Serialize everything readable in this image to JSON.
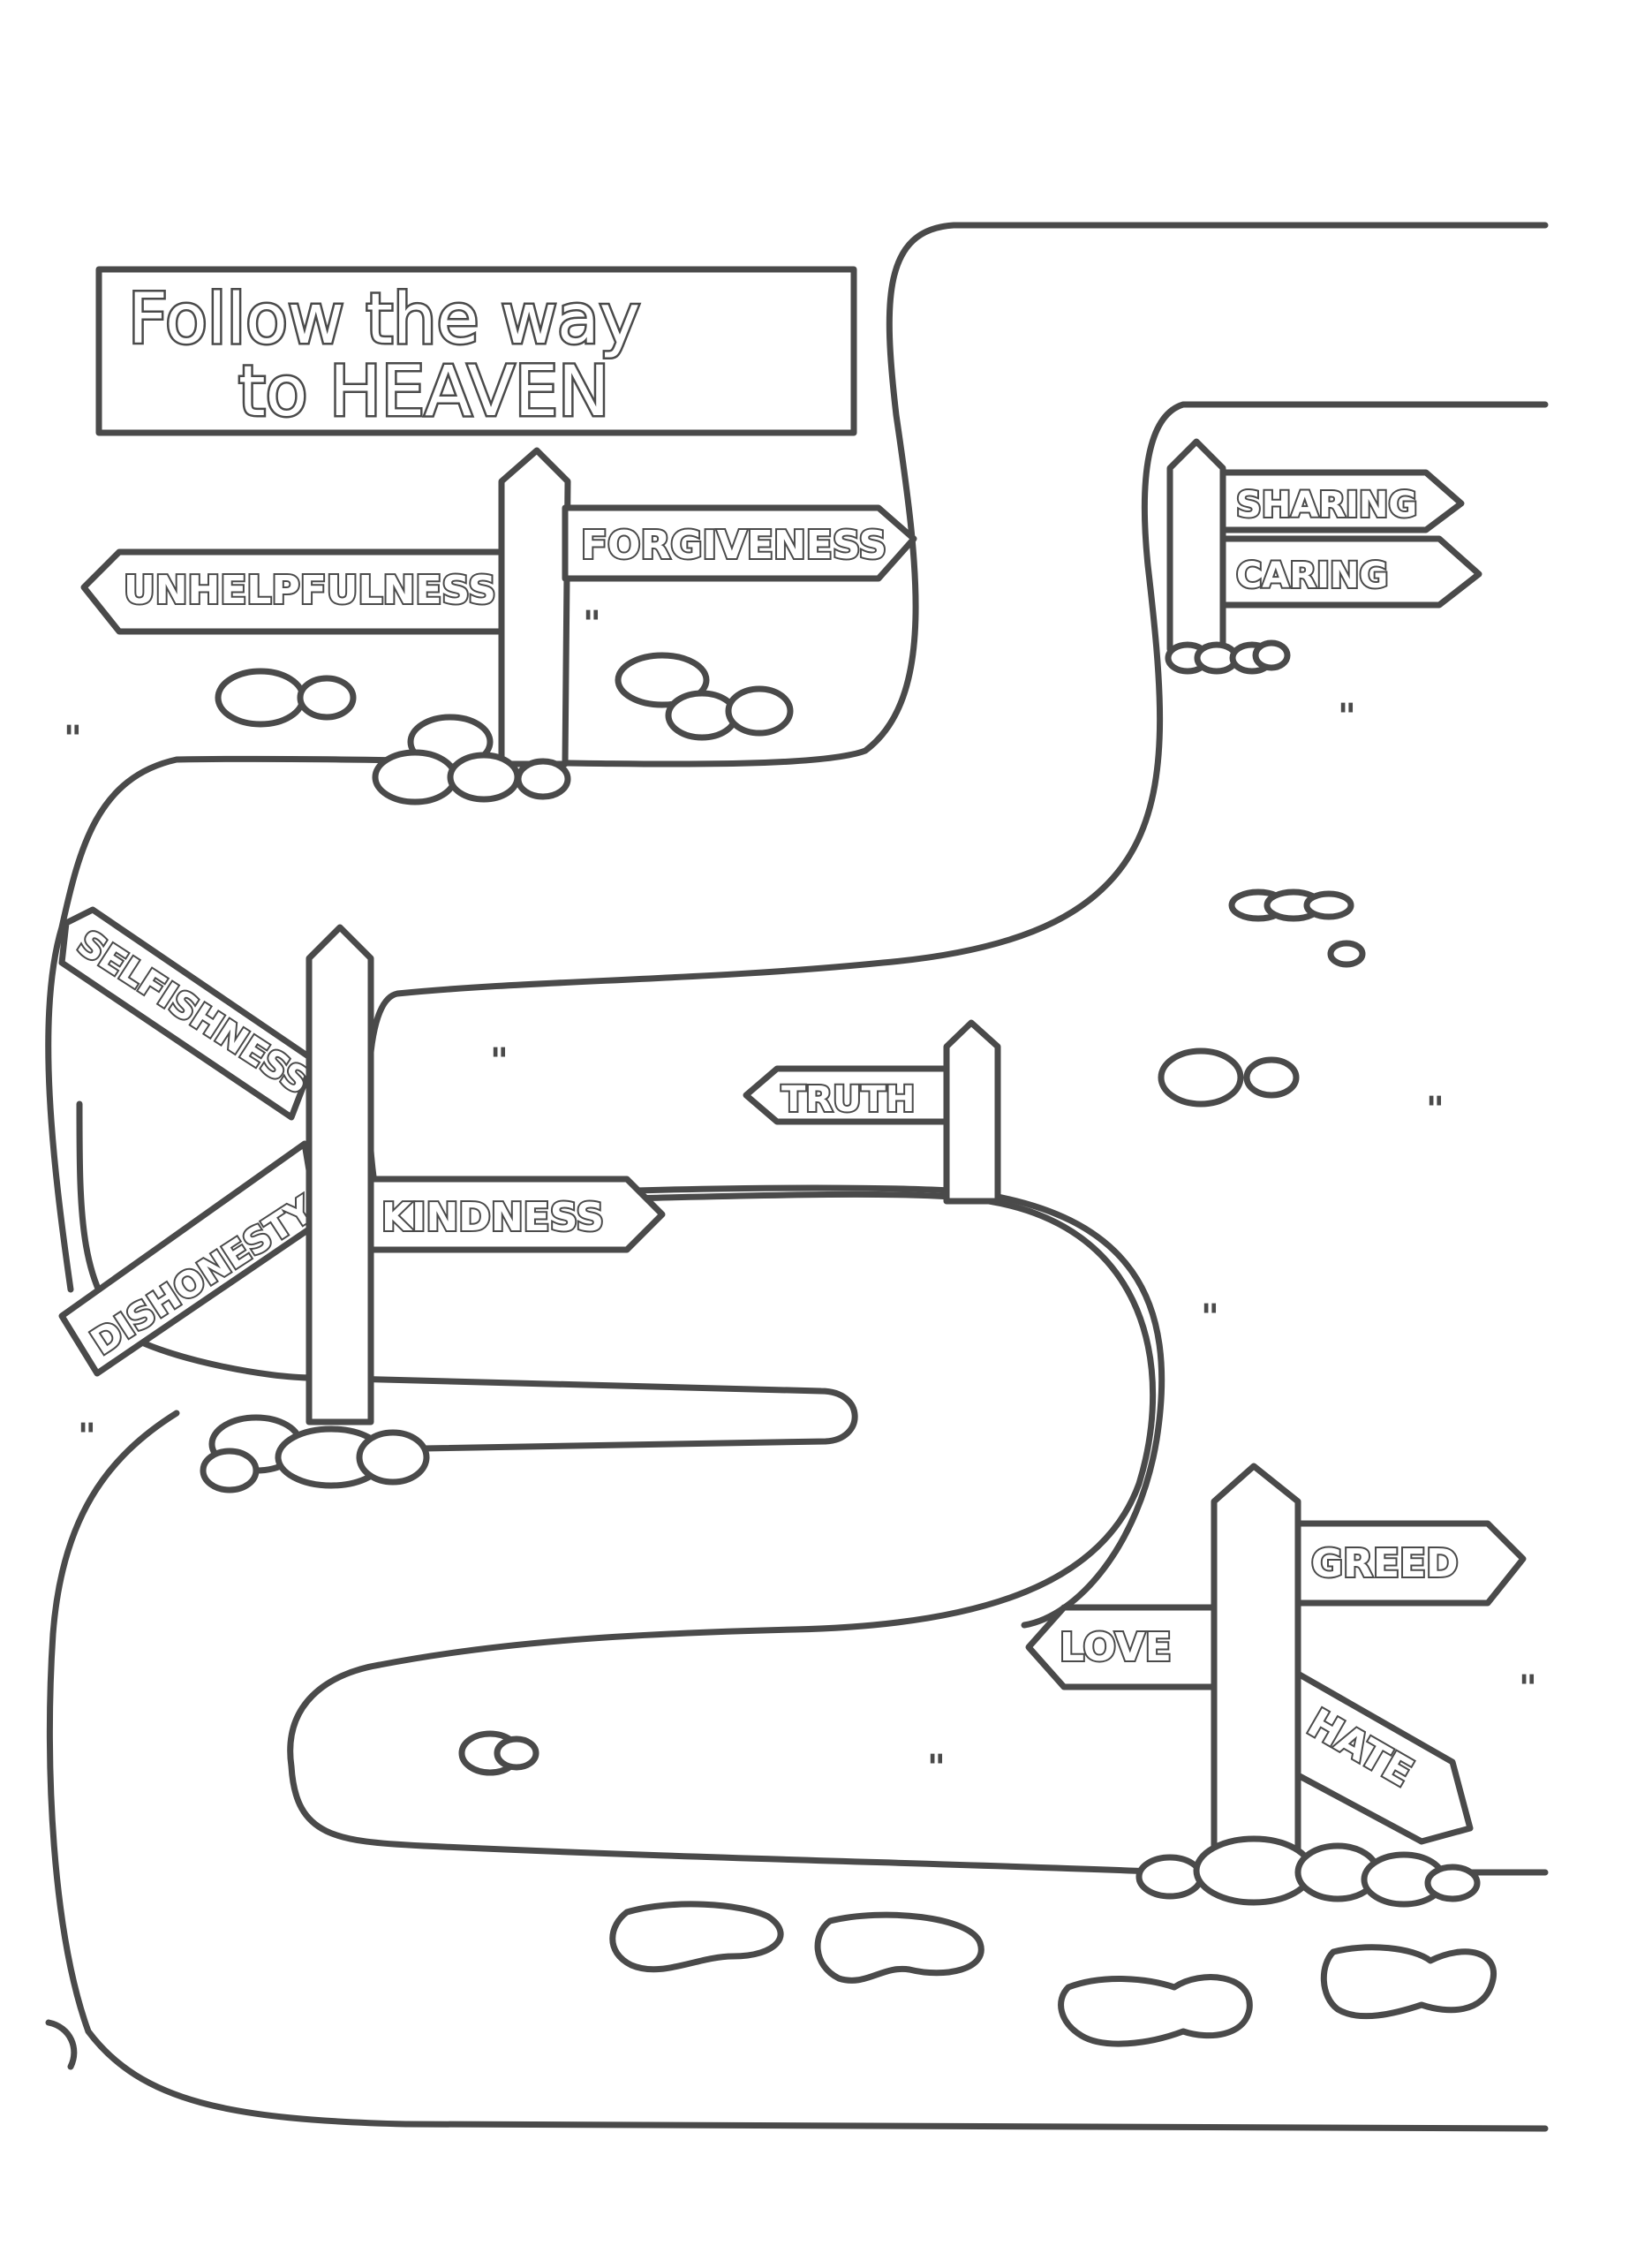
{
  "title": {
    "line1": "Follow the way",
    "line2": "to HEAVEN"
  },
  "signs": {
    "forgiveness": "FORGIVENESS",
    "unhelpfulness": "UNHELPFULNESS",
    "sharing": "SHARING",
    "caring": "CARING",
    "selfishness": "SELFISHNESS",
    "dishonesty": "DISHONESTY",
    "kindness": "KINDNESS",
    "truth": "TRUTH",
    "greed": "GREED",
    "love": "LOVE",
    "hate": "HATE"
  },
  "colors": {
    "ink": "#4a4a4a",
    "paper": "#ffffff"
  }
}
